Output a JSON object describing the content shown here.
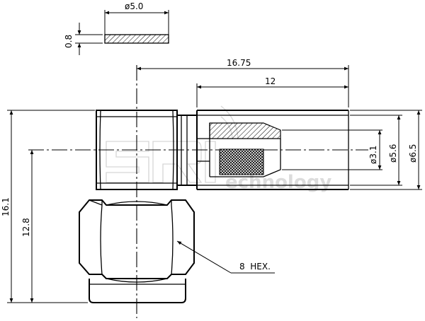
{
  "drawing": {
    "dimensions": {
      "washer_diameter": "ø5.0",
      "washer_thickness": "0.8",
      "total_length": "16.75",
      "ferrule_length": "12",
      "inner_diameter": "ø3.1",
      "middle_diameter": "ø5.6",
      "outer_diameter": "ø6.5",
      "total_height": "16.1",
      "center_height": "12.8"
    },
    "callout": "8  HEX.",
    "colors": {
      "line": "#000000",
      "watermark": "#c8c8c8"
    }
  }
}
